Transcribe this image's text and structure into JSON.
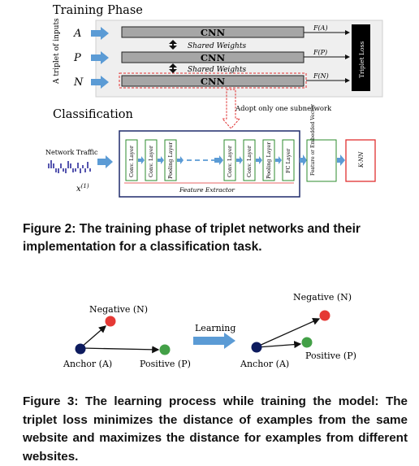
{
  "fig2": {
    "training_title": "Training Phase",
    "triplet_label": "A triplet of inputs",
    "inputs": [
      "A",
      "P",
      "N"
    ],
    "cnn_label": "CNN",
    "shared_weights": "Shared Weights",
    "outputs": [
      "F(A)",
      "F(P)",
      "F(N)"
    ],
    "triplet_loss": "Triplet Loss",
    "classification_title": "Classification",
    "adopt_note": "Adopt only one subnetwork",
    "network_traffic": "Network Traffic",
    "x_label": "x",
    "x_sup": "(1)",
    "layers": [
      "Conv. Layer",
      "Conv. Layer",
      "Pooling Layer",
      "Conv. Layer",
      "Conv. Layer",
      "Pooling Layer",
      "FC Layer"
    ],
    "feature_vector": "Feature or Embedded Vector",
    "knn": "K-NN",
    "feature_extractor": "Feature Extractor",
    "caption": "Figure 2: The training phase of triplet networks and their implementation for a classification task."
  },
  "fig3": {
    "before": {
      "negative": "Negative (N)",
      "anchor": "Anchor (A)",
      "positive": "Positive (P)"
    },
    "learning": "Learning",
    "after": {
      "negative": "Negative (N)",
      "anchor": "Anchor (A)",
      "positive": "Positive (P)"
    },
    "caption": "Figure 3: The learning process while training the model: The triplet loss minimizes the distance of examples from the same website and maximizes the distance for examples from different websites."
  },
  "colors": {
    "arrow_blue": "#5b9bd5",
    "cnn_gray": "#a6a6a6",
    "red": "#e03030",
    "green": "#2e8b2e",
    "navy": "#1f2a6b",
    "neg_red": "#e53935",
    "pos_green": "#43a047",
    "anchor_navy": "#0d1b5e"
  }
}
